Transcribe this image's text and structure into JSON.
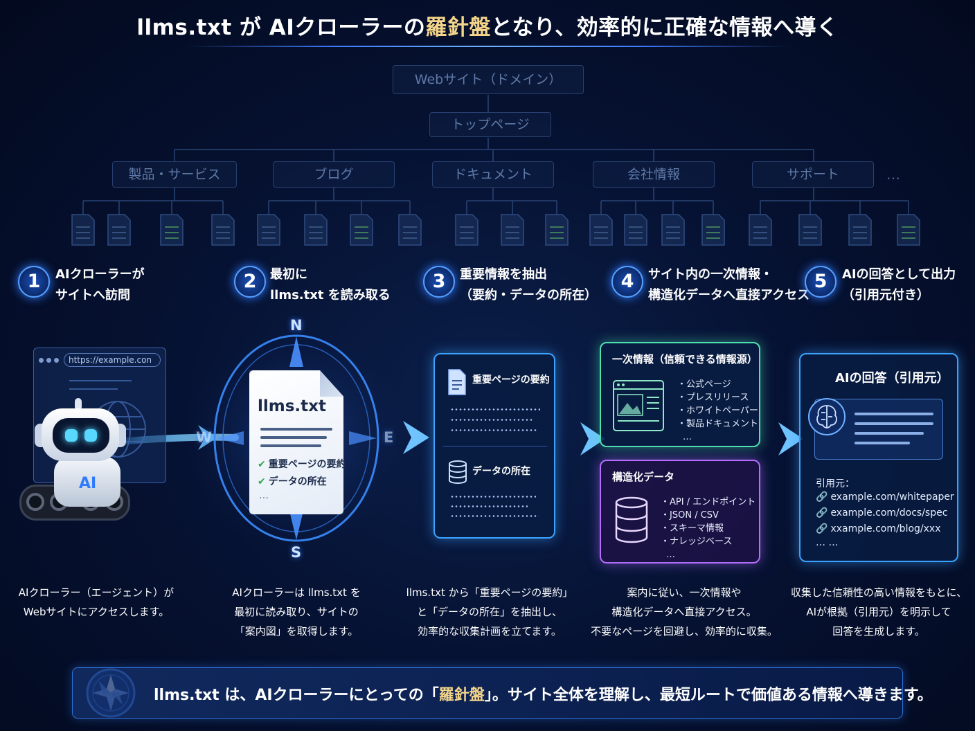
{
  "title": {
    "prefix": "llms.txt が AIクローラーの",
    "accent": "羅針盤",
    "suffix": "となり、効率的に正確な情報へ導く"
  },
  "site_tree": {
    "root": "Webサイト（ドメイン）",
    "top": "トップページ",
    "categories": [
      "製品・サービス",
      "ブログ",
      "ドキュメント",
      "会社情報",
      "サポート"
    ],
    "more": "…"
  },
  "steps": [
    {
      "num": "1",
      "line1": "AIクローラーが",
      "line2": "サイトへ訪問"
    },
    {
      "num": "2",
      "line1": "最初に",
      "line2": "llms.txt を読み取る"
    },
    {
      "num": "3",
      "line1": "重要情報を抽出",
      "line2": "（要約・データの所在）"
    },
    {
      "num": "4",
      "line1": "サイト内の一次情報・",
      "line2": "構造化データへ直接アクセス"
    },
    {
      "num": "5",
      "line1": "AIの回答として出力",
      "line2": "（引用元付き）"
    }
  ],
  "browser": {
    "url": "https://example.con"
  },
  "robot": {
    "label": "AI"
  },
  "doc": {
    "title": "llms.txt",
    "check1": "重要ページの要約",
    "check2": "データの所在",
    "more": "…"
  },
  "compass": {
    "n": "N",
    "s": "S",
    "e": "E",
    "w": "W"
  },
  "extract_panel": {
    "section1": "重要ページの要約",
    "section2": "データの所在"
  },
  "primary_panel": {
    "title": "一次情報（信頼できる情報源）",
    "items": [
      "公式ページ",
      "プレスリリース",
      "ホワイトペーパー",
      "製品ドキュメント"
    ],
    "more": "…"
  },
  "structured_panel": {
    "title": "構造化データ",
    "items": [
      "API / エンドポイント",
      "JSON / CSV",
      "スキーマ情報",
      "ナレッジベース"
    ],
    "more": "…"
  },
  "answer_panel": {
    "title": "AIの回答（引用元）",
    "cite_label": "引用元：",
    "citations": [
      "example.com/whitepaper",
      "example.com/docs/spec",
      "xxample.com/blog/xxx"
    ],
    "more": "… …"
  },
  "descriptions": [
    {
      "lines": [
        "AIクローラー（エージェント）が",
        "Webサイトにアクセスします。"
      ]
    },
    {
      "lines": [
        "AIクローラーは llms.txt を",
        "最初に読み取り、サイトの",
        "「案内図」を取得します。"
      ]
    },
    {
      "lines": [
        "llms.txt から「重要ページの要約」",
        "と「データの所在」を抽出し、",
        "効率的な収集計画を立てます。"
      ]
    },
    {
      "lines": [
        "案内に従い、一次情報や",
        "構造化データへ直接アクセス。",
        "不要なページを回避し、効率的に収集。"
      ]
    },
    {
      "lines": [
        "収集した信頼性の高い情報をもとに、",
        "AIが根拠（引用元）を明示して",
        "回答を生成します。"
      ]
    }
  ],
  "banner": {
    "prefix": "llms.txt は、AIクローラーにとっての「",
    "accent": "羅針盤",
    "suffix": "」。サイト全体を理解し、最短ルートで価値ある情報へ導きます。"
  },
  "colors": {
    "accent_gold": "#f5d58a",
    "glow_blue": "#3ba3ff",
    "panel_green": "#4fe0b0",
    "panel_purple": "#b36dff",
    "background": "#061233"
  }
}
